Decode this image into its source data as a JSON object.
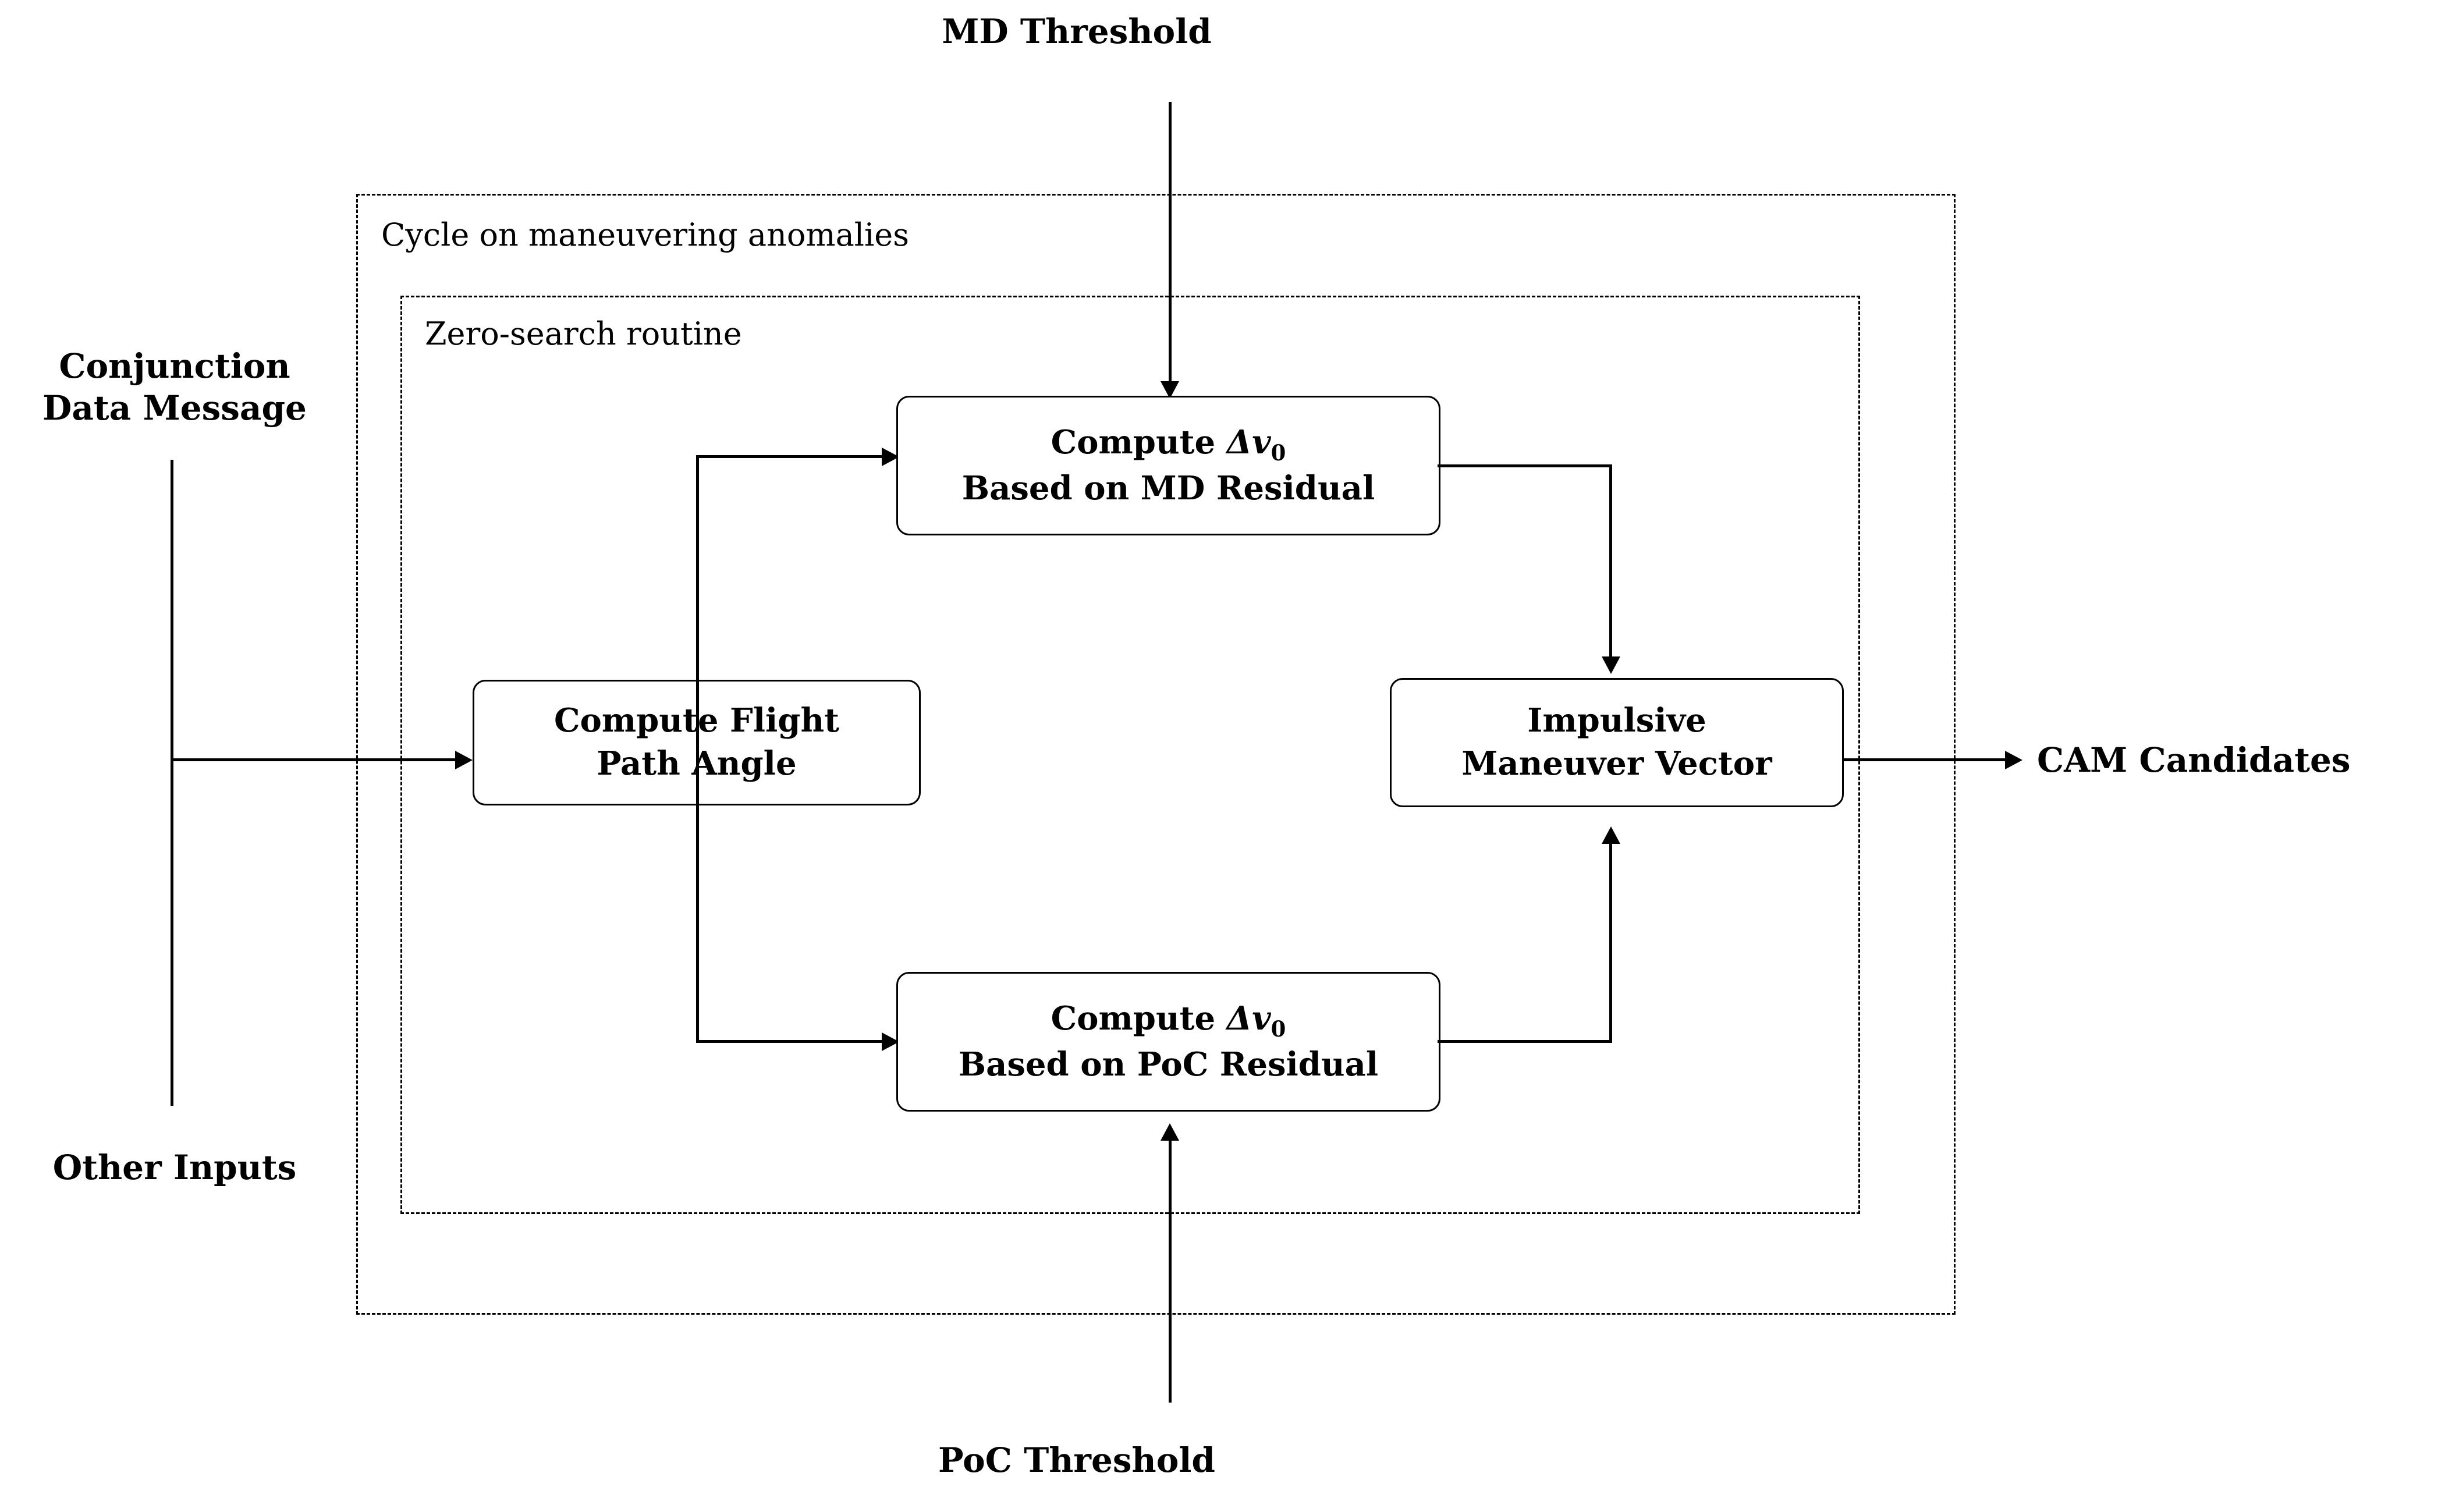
{
  "diagram": {
    "title_labels": {
      "md_threshold": "MD Threshold",
      "poc_threshold": "PoC Threshold",
      "conjunction_data_message_line1": "Conjunction",
      "conjunction_data_message_line2": "Data Message",
      "other_inputs": "Other Inputs",
      "cam_candidates": "CAM Candidates"
    },
    "containers": [
      {
        "name": "outer",
        "caption": "Cycle on maneuvering anomalies"
      },
      {
        "name": "inner",
        "caption": "Zero-search routine"
      }
    ],
    "boxes": [
      {
        "id": "compute-dv0-md",
        "line1_prefix": "Compute ",
        "line1_symbol": "Δv",
        "line1_subscript": "0",
        "line2": "Based on MD Residual"
      },
      {
        "id": "compute-flight-path-angle",
        "line1": "Compute Flight",
        "line2": "Path Angle"
      },
      {
        "id": "impulsive-maneuver-vector",
        "line1": "Impulsive",
        "line2": "Maneuver Vector"
      },
      {
        "id": "compute-dv0-poc",
        "line1_prefix": "Compute ",
        "line1_symbol": "Δv",
        "line1_subscript": "0",
        "line2": "Based on PoC Residual"
      }
    ],
    "colors": {
      "stroke": "#000000",
      "background": "#ffffff",
      "text": "#000000"
    }
  }
}
